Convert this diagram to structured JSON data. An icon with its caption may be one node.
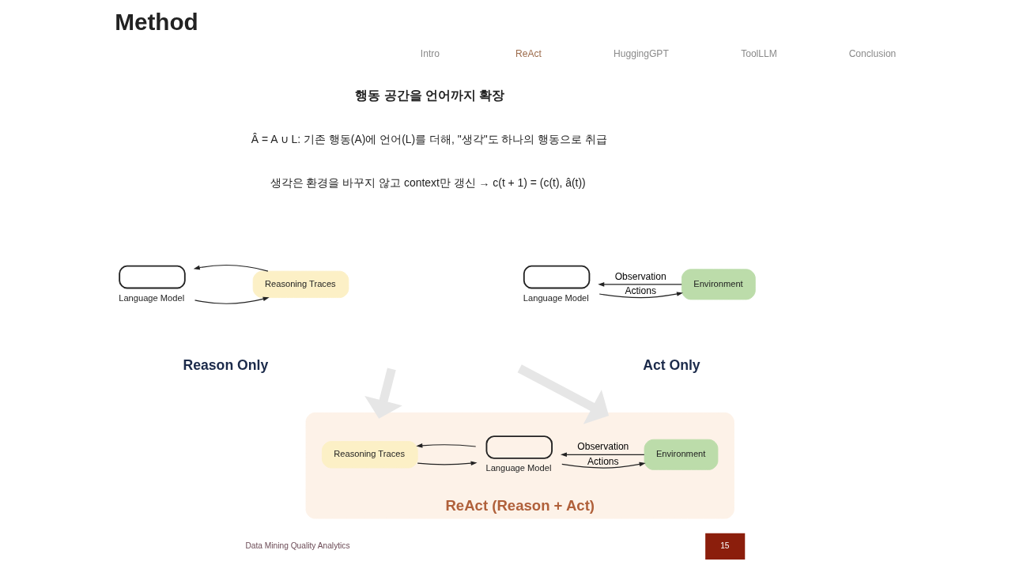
{
  "diagram": {
    "title": "Method",
    "nodes": [
      {
        "text": [
          "Language Model"
        ]
      },
      {
        "text": [
          "Reasoning Traces"
        ]
      },
      {
        "text": [
          "Language Model"
        ]
      },
      {
        "text": [
          "Environment"
        ]
      },
      {
        "text": [
          "ReAct (Reason + Act)"
        ]
      },
      {
        "text": [
          "Reasoning Traces"
        ],
        "in": 4
      },
      {
        "text": [
          "Language Model"
        ],
        "in": 4
      },
      {
        "text": [
          "Environment"
        ],
        "in": 4
      }
    ],
    "edges": [
      {
        "from": 0,
        "to": 1,
        "arrow": "to"
      },
      {
        "from": 1,
        "to": 0,
        "arrow": "to"
      },
      {
        "from": 2,
        "to": 3,
        "arrow": "to",
        "label": "Actions"
      },
      {
        "from": 3,
        "to": 2,
        "arrow": "to",
        "label": "Observation"
      },
      {
        "from": 5,
        "to": 6,
        "arrow": "to"
      },
      {
        "from": 6,
        "to": 5,
        "arrow": "to"
      },
      {
        "from": 6,
        "to": 7,
        "arrow": "to",
        "label": "Actions"
      },
      {
        "from": 7,
        "to": 6,
        "arrow": "to",
        "label": "Observation"
      },
      {
        "from": null,
        "to": 4,
        "arrow": "to",
        "style": "thick",
        "color": "#e6e6e6"
      },
      {
        "from": null,
        "to": 4,
        "arrow": "to",
        "style": "thick",
        "color": "#e6e6e6"
      }
    ],
    "labels": [
      "Intro",
      "ReAct",
      "HuggingGPT",
      "ToolLLM",
      "Conclusion",
      "행동 공간을 언어까지 확장",
      "Â = A ∪ L: 기존 행동(A)에 언어(L)를 더해, \"생각\"도 하나의 행동으로 취급",
      "생각은 환경을 바꾸지 않고 context만 갱신 → c(t + 1) = (c(t), â(t))",
      "Reason Only",
      "Act Only",
      "Data Mining Quality Analytics",
      "15"
    ]
  }
}
